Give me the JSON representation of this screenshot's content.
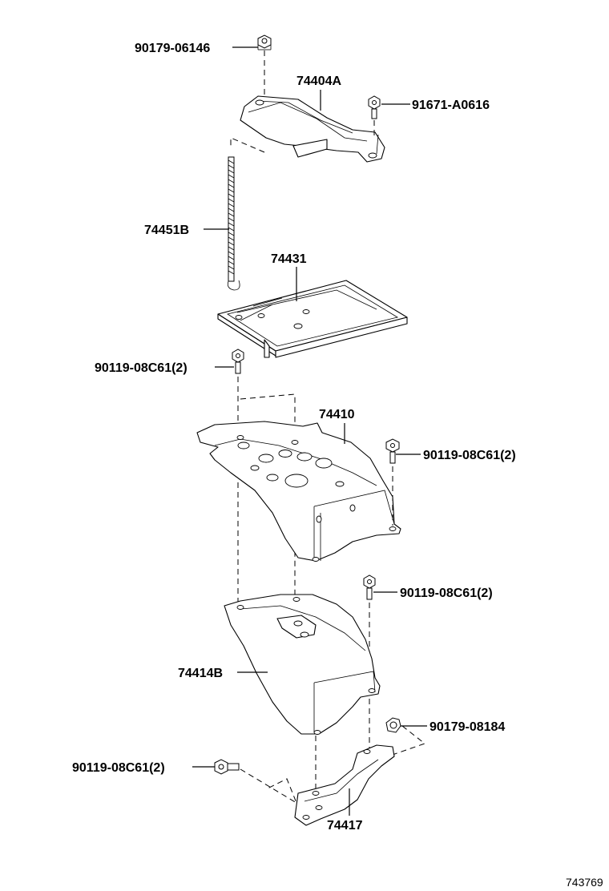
{
  "labels": {
    "l_90179_06146": "90179-06146",
    "l_74404A": "74404A",
    "l_91671_A0616": "91671-A0616",
    "l_74451B": "74451B",
    "l_74431": "74431",
    "l_90119_a": "90119-08C61(2)",
    "l_74410": "74410",
    "l_90119_b": "90119-08C61(2)",
    "l_90119_c": "90119-08C61(2)",
    "l_74414B": "74414B",
    "l_90179_08184": "90179-08184",
    "l_90119_d": "90119-08C61(2)",
    "l_74417": "74417"
  },
  "illustration_code": "743769"
}
